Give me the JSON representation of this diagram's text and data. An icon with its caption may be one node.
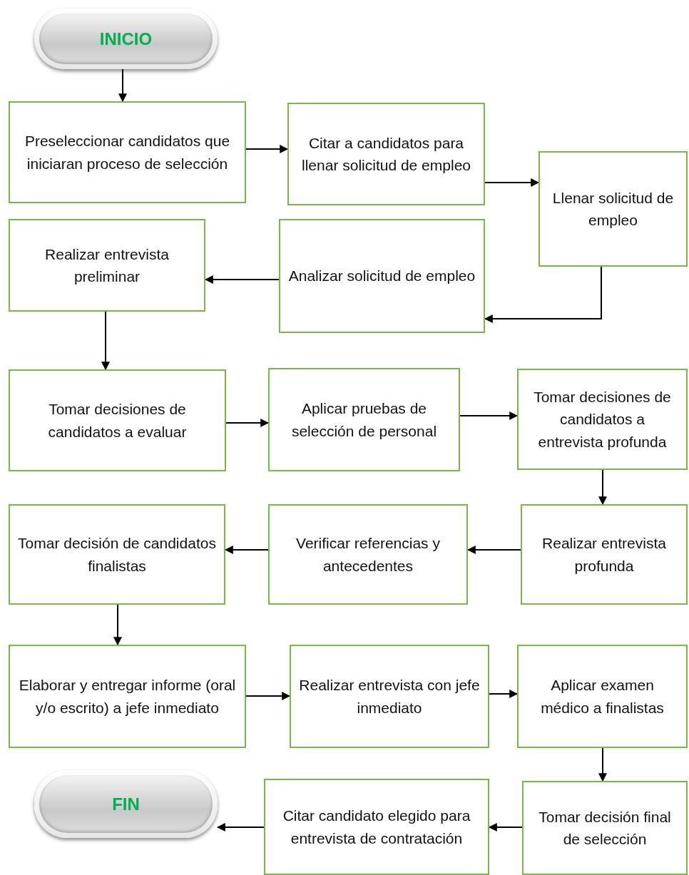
{
  "diagram": {
    "nodes": [
      {
        "text": [
          "INICIO"
        ]
      },
      {
        "text": [
          "Preseleccionar candidatos que iniciaran proceso de selección"
        ]
      },
      {
        "text": [
          "Citar a candidatos para llenar solicitud de empleo"
        ]
      },
      {
        "text": [
          "Llenar solicitud de empleo"
        ]
      },
      {
        "text": [
          "Realizar entrevista preliminar"
        ]
      },
      {
        "text": [
          "Analizar solicitud de empleo"
        ]
      },
      {
        "text": [
          "Tomar decisiones de candidatos a evaluar"
        ]
      },
      {
        "text": [
          "Aplicar pruebas de selección de personal"
        ]
      },
      {
        "text": [
          "Tomar decisiones de candidatos a entrevista profunda"
        ]
      },
      {
        "text": [
          "Realizar entrevista profunda"
        ]
      },
      {
        "text": [
          "Verificar referencias y antecedentes"
        ]
      },
      {
        "text": [
          "Tomar decisión de candidatos finalistas"
        ]
      },
      {
        "text": [
          "Elaborar y entregar informe (oral y/o escrito) a jefe inmediato"
        ]
      },
      {
        "text": [
          "Realizar entrevista con jefe inmediato"
        ]
      },
      {
        "text": [
          "Aplicar examen médico a finalistas"
        ]
      },
      {
        "text": [
          "Tomar decisión final de selección"
        ]
      },
      {
        "text": [
          "Citar candidato elegido para entrevista de contratación"
        ]
      },
      {
        "text": [
          "FIN"
        ]
      }
    ],
    "edges": [
      {
        "from": 0,
        "to": 1,
        "arrow": "to"
      },
      {
        "from": 1,
        "to": 2,
        "arrow": "to"
      },
      {
        "from": 2,
        "to": 3,
        "arrow": "to"
      },
      {
        "from": 3,
        "to": 5,
        "arrow": "to"
      },
      {
        "from": 5,
        "to": 4,
        "arrow": "to"
      },
      {
        "from": 4,
        "to": 6,
        "arrow": "to"
      },
      {
        "from": 6,
        "to": 7,
        "arrow": "to"
      },
      {
        "from": 7,
        "to": 8,
        "arrow": "to"
      },
      {
        "from": 8,
        "to": 9,
        "arrow": "to"
      },
      {
        "from": 9,
        "to": 10,
        "arrow": "to"
      },
      {
        "from": 10,
        "to": 11,
        "arrow": "to"
      },
      {
        "from": 11,
        "to": 12,
        "arrow": "to"
      },
      {
        "from": 12,
        "to": 13,
        "arrow": "to"
      },
      {
        "from": 13,
        "to": 14,
        "arrow": "to"
      },
      {
        "from": 14,
        "to": 15,
        "arrow": "to"
      },
      {
        "from": 15,
        "to": 16,
        "arrow": "to"
      },
      {
        "from": 16,
        "to": 17,
        "arrow": "to"
      }
    ]
  }
}
